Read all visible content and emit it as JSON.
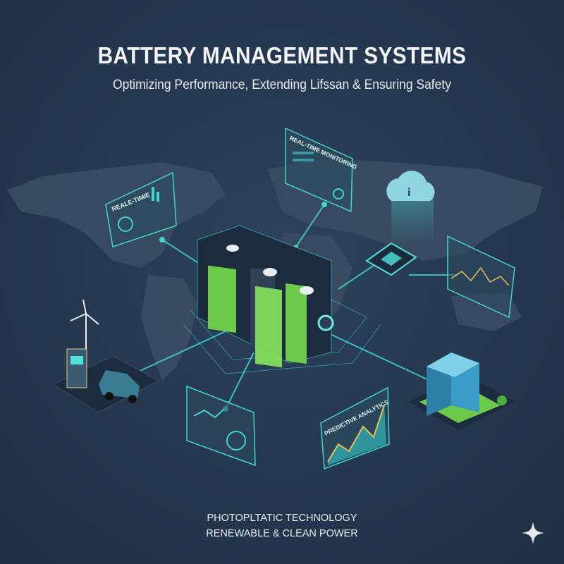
{
  "header": {
    "title": "BATTERY MANAGEMENT SYSTEMS",
    "subtitle": "Optimizing Performance, Extending Lifssan & Ensuring Safety"
  },
  "panels": {
    "top_left": "REALE-TIMIE",
    "top_center": "REAL-TIME MONITORING",
    "bottom_right": "PREDICTIVE ANALYTICS"
  },
  "footer": {
    "line1": "PHOTOPLTATIC TECHNOLOGY",
    "line2": "RENEWABLE & CLEAN POWER"
  },
  "colors": {
    "background": "#25374f",
    "accent": "#3fd6d0",
    "battery": "#7ed957",
    "map": "#3a4c63"
  },
  "icons": [
    "cloud-icon",
    "wind-turbine-icon",
    "car-icon",
    "building-icon",
    "sparkle-icon"
  ]
}
